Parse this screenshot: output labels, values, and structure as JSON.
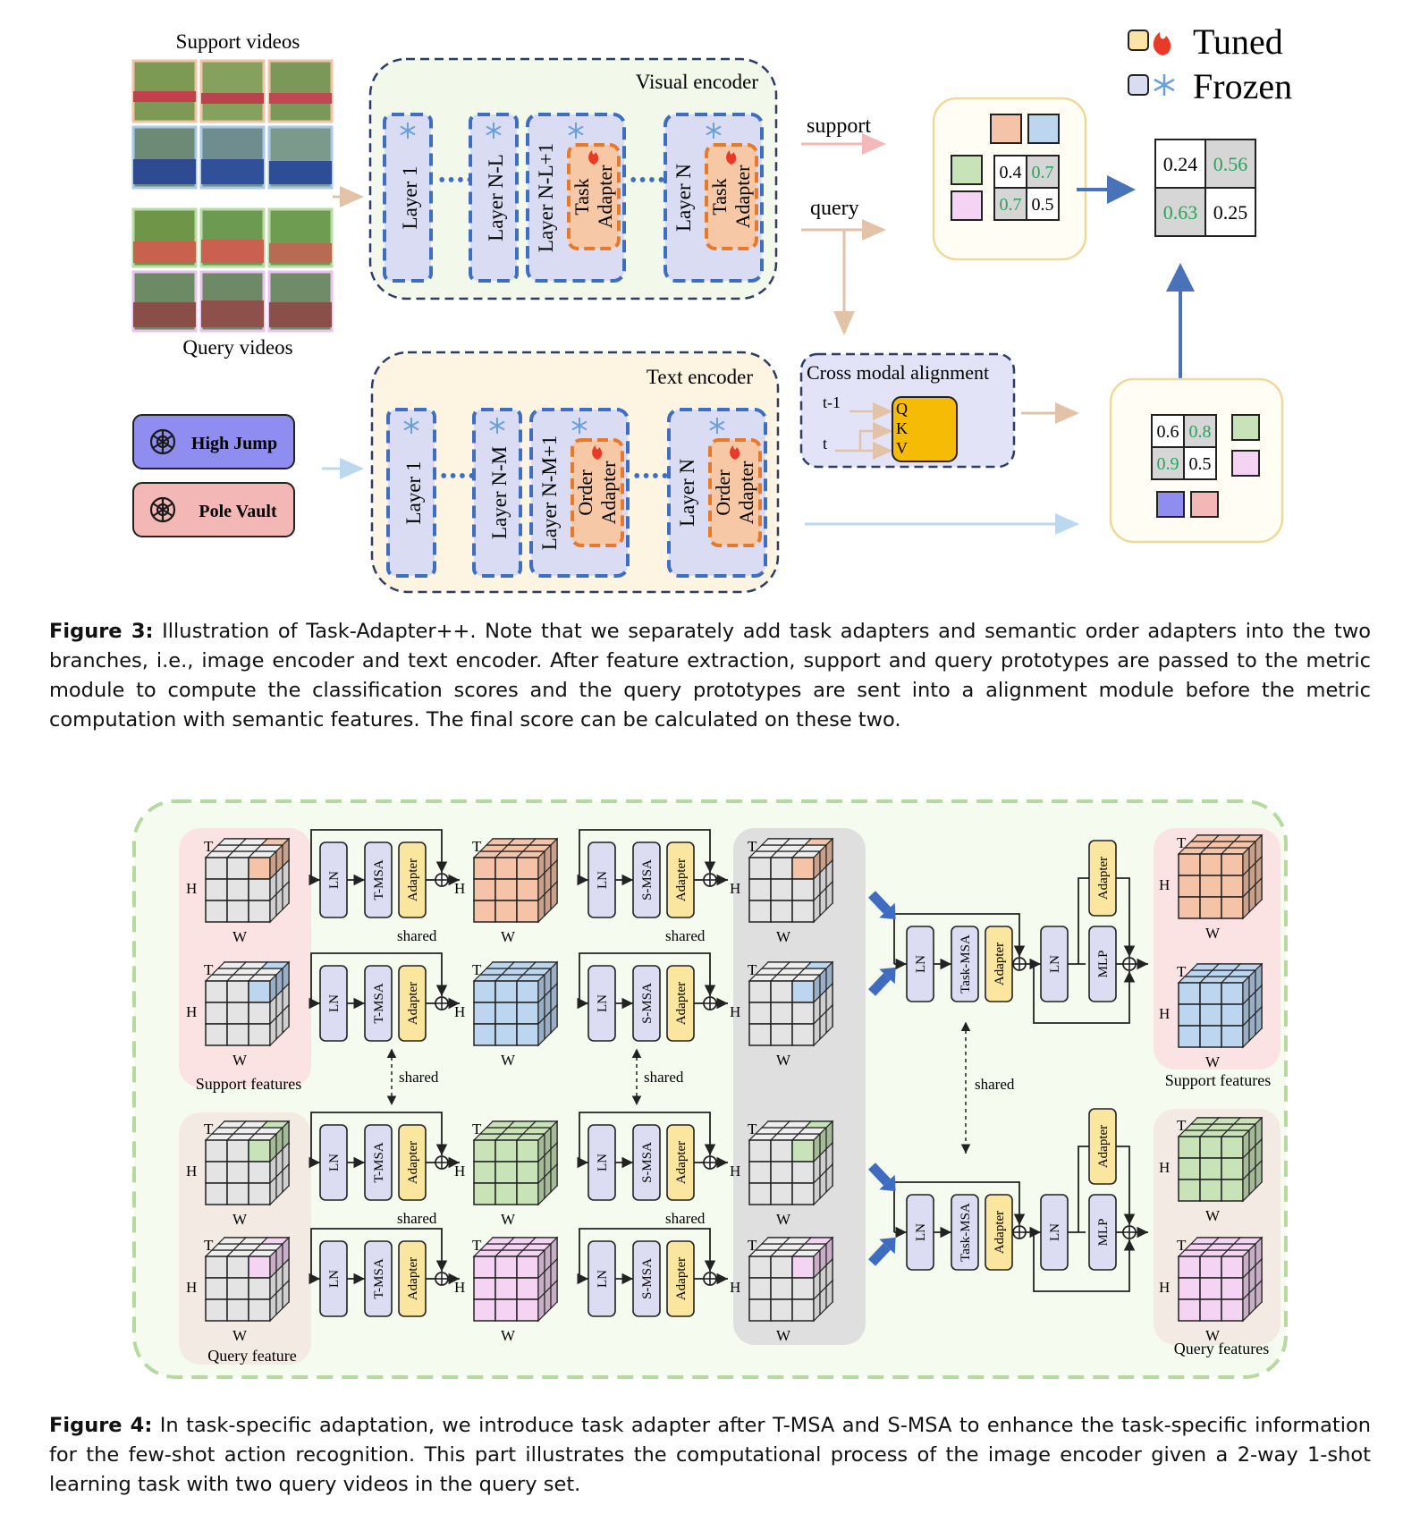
{
  "figure3": {
    "legend": {
      "tuned": "Tuned",
      "frozen": "Frozen"
    },
    "support_videos": "Support videos",
    "query_videos": "Query videos",
    "visual_encoder": {
      "title": "Visual encoder",
      "layers": [
        "Layer 1",
        "Layer N-L",
        "Layer N-L+1",
        "Layer N"
      ],
      "adapter": [
        "Task",
        "Adapter"
      ]
    },
    "text_encoder": {
      "title": "Text encoder",
      "layers": [
        "Layer 1",
        "Layer N-M",
        "Layer N-M+1",
        "Layer N"
      ],
      "adapter": [
        "Order",
        "Adapter"
      ]
    },
    "classes": [
      "High Jump",
      "Pole Vault"
    ],
    "arrows": {
      "support": "support",
      "query": "query"
    },
    "cross_modal": {
      "title": "Cross modal alignment",
      "t1": "t-1",
      "t": "t",
      "qkv": [
        "Q",
        "K",
        "V"
      ]
    },
    "matrix_visual": [
      "0.4",
      "0.7",
      "0.7",
      "0.5"
    ],
    "matrix_text": [
      "0.6",
      "0.8",
      "0.9",
      "0.5"
    ],
    "matrix_final": [
      "0.24",
      "0.56",
      "0.63",
      "0.25"
    ],
    "colors": {
      "green": "#27a35a",
      "orange": "#f5c4a8",
      "blue": "#bcd6f0",
      "lgreen": "#c9e3b8",
      "pink": "#f4d4f2"
    }
  },
  "caption3": {
    "label": "Figure 3:",
    "text": "Illustration of Task-Adapter++. Note that we separately add task adapters and semantic order adapters into the two branches, i.e., image encoder and text encoder. After feature extraction, support and query prototypes are passed to the metric module to compute the classification scores and the query prototypes are sent into a alignment module before the metric computation with semantic features. The final score can be calculated on these two."
  },
  "figure4": {
    "axes": {
      "T": "T",
      "H": "H",
      "W": "W"
    },
    "ln": "LN",
    "tmsa": "T-MSA",
    "smsa": "S-MSA",
    "adapter": "Adapter",
    "task_msa": "Task-MSA",
    "mlp": "MLP",
    "shared": "shared",
    "support_features_left": "Support features",
    "query_feature_left": "Query feature",
    "support_features_right": "Support features",
    "query_features_right": "Query features",
    "row_colors": [
      "#f5c4a8",
      "#bcd6f0",
      "#c9e3b8",
      "#f4d4f2"
    ]
  },
  "caption4": {
    "label": "Figure 4:",
    "text": "In task-specific adaptation, we introduce task adapter after T-MSA and S-MSA to enhance the task-specific information for the few-shot action recognition. This part illustrates the computational process of the image encoder given a 2-way 1-shot learning task with two query videos in the query set."
  }
}
